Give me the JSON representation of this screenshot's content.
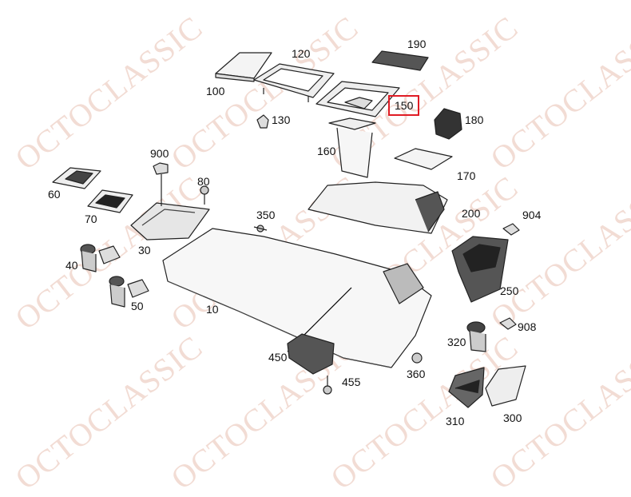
{
  "watermark": "OCTOCLASSIC",
  "highlight_color": "#e01b24",
  "highlighted_part": "150",
  "parts": {
    "p10": "10",
    "p30": "30",
    "p40": "40",
    "p50": "50",
    "p60": "60",
    "p70": "70",
    "p80": "80",
    "p100": "100",
    "p120": "120",
    "p130": "130",
    "p150": "150",
    "p160": "160",
    "p170": "170",
    "p180": "180",
    "p190": "190",
    "p200": "200",
    "p250": "250",
    "p300": "300",
    "p310": "310",
    "p320": "320",
    "p350": "350",
    "p360": "360",
    "p450": "450",
    "p455": "455",
    "p900": "900",
    "p904": "904",
    "p908": "908"
  }
}
